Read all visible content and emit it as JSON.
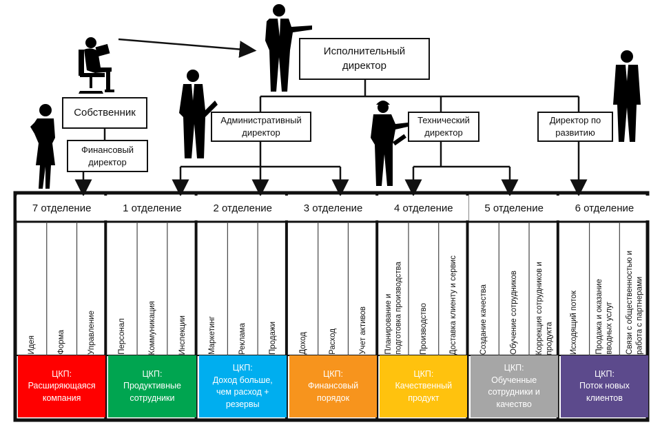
{
  "boxes": {
    "exec": "Исполнительный\nдиректор",
    "owner": "Собственник",
    "fin": "Финансовый\nдиректор",
    "admin": "Административный\nдиректор",
    "tech": "Технический\nдиректор",
    "dev": "Директор по\nразвитию"
  },
  "departments": [
    {
      "title": "7 отделение",
      "functions": [
        "Идея",
        "Форма",
        "Управление"
      ],
      "ckp": "ЦКП:\nРасширяющаяся\nкомпания",
      "color": "#ff0000"
    },
    {
      "title": "1 отделение",
      "functions": [
        "Персонал",
        "Коммуникация",
        "Инспекции"
      ],
      "ckp": "ЦКП:\nПродуктивные\nсотрудники",
      "color": "#00a550"
    },
    {
      "title": "2 отделение",
      "functions": [
        "Маркетинг",
        "Реклама",
        "Продажи"
      ],
      "ckp": "ЦКП:\nДоход больше,\nчем расход +\nрезервы",
      "color": "#00aeef"
    },
    {
      "title": "3 отделение",
      "functions": [
        "Доход",
        "Расход",
        "Учет активов"
      ],
      "ckp": "ЦКП:\nФинансовый\nпорядок",
      "color": "#f7941d"
    },
    {
      "title": "4 отделение",
      "functions": [
        "Планирование и\nподготовка производства",
        "Производство",
        "Доставка клиенту и сервис"
      ],
      "ckp": "ЦКП:\nКачественный\nпродукт",
      "color": "#ffc20e"
    },
    {
      "title": "5 отделение",
      "functions": [
        "Создание качества",
        "Обучение сотрудников",
        "Коррекция сотрудников и\nпродукта"
      ],
      "ckp": "ЦКП:\nОбученные\nсотрудники и\nкачество",
      "color": "#a6a6a6"
    },
    {
      "title": "6 отделение",
      "functions": [
        "Исходящий поток",
        "Продажа и оказание\nвводных услуг",
        "Связи с общественностью и\nработа с партнерами"
      ],
      "ckp": "ЦКП:\nПоток новых\nклиентов",
      "color": "#5c4a8c"
    }
  ],
  "icons": [
    "person-laptop-icon",
    "person-pointing-icon",
    "person-folder-icon",
    "woman-folder-icon",
    "person-helmet-icon",
    "person-standing-icon"
  ]
}
